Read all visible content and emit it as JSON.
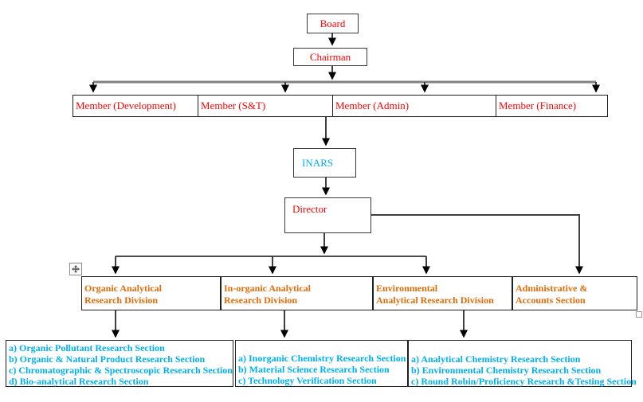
{
  "colors": {
    "text_red": "#FF0000",
    "text_blue": "#00B0F0",
    "text_orange": "#E36C0A",
    "connector_dark": "#3f3f3f",
    "connector_gray": "#808080",
    "box_border": "#1f1f1f"
  },
  "icons": {
    "move_handle": "table-move-icon",
    "resize_handle": "table-resize-icon"
  },
  "chart": {
    "board_label": "Board",
    "chairman_label": "Chairman",
    "members": [
      "Member (Development)",
      "Member (S&T)",
      "Member (Admin)",
      "Member (Finance)"
    ],
    "inars_label": "INARS",
    "director_label": "Director",
    "divisions": [
      {
        "line1": "Organic Analytical",
        "line2": "Research Division"
      },
      {
        "line1": "In-organic Analytical",
        "line2": "Research Division"
      },
      {
        "line1": "Environmental",
        "line2": "Analytical Research Division"
      },
      {
        "line1": "Administrative &",
        "line2": "Accounts Section"
      }
    ],
    "sections": [
      {
        "items": [
          "a) Organic Pollutant Research Section",
          "b) Organic & Natural Product Research Section",
          "c) Chromatographic & Spectroscopic Research Section",
          "d) Bio-analytical Research Section"
        ]
      },
      {
        "items": [
          "a) Inorganic Chemistry Research Section",
          "b) Material Science Research Section",
          "c) Technology Verification Section"
        ]
      },
      {
        "items": [
          "a) Analytical Chemistry Research Section",
          "b) Environmental Chemistry Research Section",
          "c) Round Robin/Proficiency Research &Testing Section"
        ]
      }
    ]
  }
}
